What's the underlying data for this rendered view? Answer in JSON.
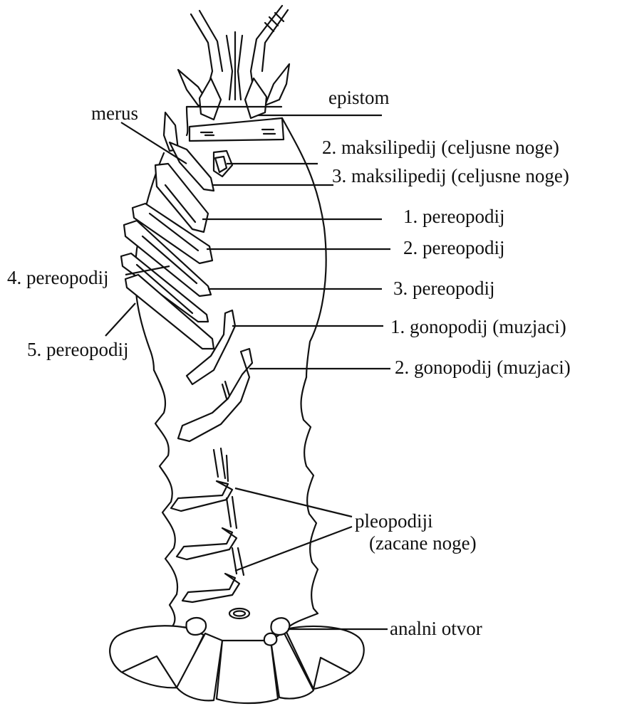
{
  "labels": {
    "epistom": "epistom",
    "merus": "merus",
    "maksilipedij2": "2. maksilipedij (celjusne noge)",
    "maksilipedij3": "3. maksilipedij  (celjusne noge)",
    "pereopodij1": "1. pereopodij",
    "pereopodij2": "2. pereopodij",
    "pereopodij3": "3. pereopodij",
    "pereopodij4": "4. pereopodij",
    "pereopodij5": "5. pereopodij",
    "gonopodij1": "1. gonopodij (muzjaci)",
    "gonopodij2": "2. gonopodij (muzjaci)",
    "pleopodiji_line1": "pleopodiji",
    "pleopodiji_line2": "(zacane noge)",
    "analni_otvor": "analni otvor"
  }
}
